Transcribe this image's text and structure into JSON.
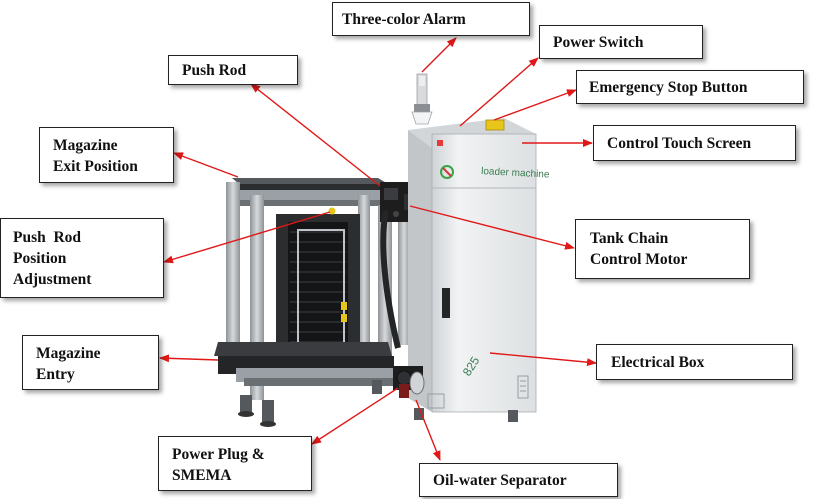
{
  "labels": {
    "three_color_alarm": "Three-color Alarm",
    "power_switch": "Power Switch",
    "push_rod": "Push Rod",
    "emergency_stop": "Emergency Stop Button",
    "magazine_exit": [
      "Magazine",
      "Exit Position"
    ],
    "control_touch_screen": "Control Touch Screen",
    "push_rod_adjust": [
      "Push  Rod",
      "Position",
      "Adjustment"
    ],
    "tank_chain": [
      "Tank Chain",
      "Control Motor"
    ],
    "magazine_entry": [
      "Magazine",
      "Entry"
    ],
    "electrical_box": "Electrical Box",
    "power_plug": [
      "Power Plug &",
      "SMEMA"
    ],
    "oil_water": "Oil-water Separator"
  },
  "machine": {
    "brand_text": "loader machine",
    "model_number": "825"
  },
  "colors": {
    "arrow": "#e01818",
    "cabinet": "#e9ecee",
    "frame": "#b9bdc1",
    "dark": "#1d1d1d"
  }
}
